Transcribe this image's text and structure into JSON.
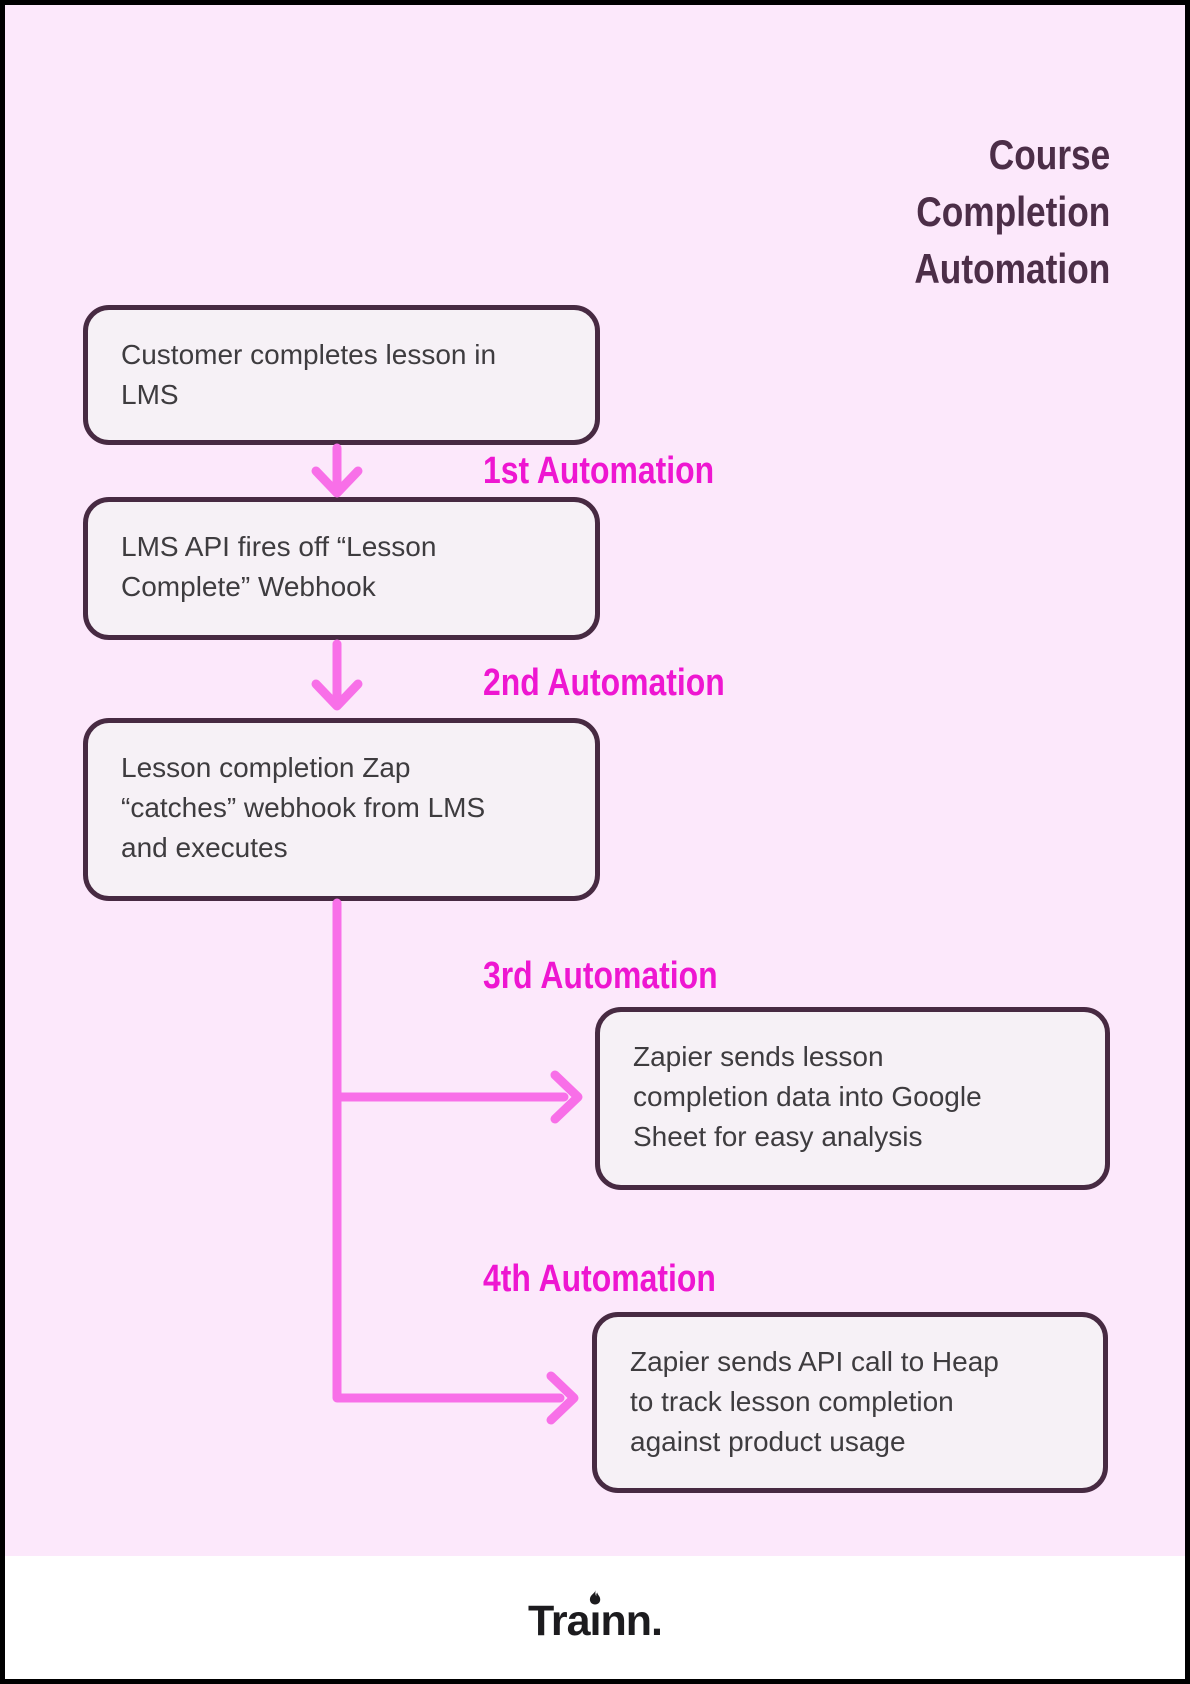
{
  "page": {
    "background_color": "#fce8fb",
    "frame_color": "#000000",
    "footer_color": "#ffffff"
  },
  "title": {
    "text": "Course\nCompletion\nAutomation",
    "color": "#4c2e48"
  },
  "flow": {
    "node_style": {
      "fill": "#f6f1f6",
      "border_color": "#472a42",
      "text_color": "#3e3c3f"
    },
    "arrow_color": "#f86fe8",
    "label_color": "#ee16d1",
    "nodes": [
      {
        "id": "customer-completes-lesson",
        "text": "Customer completes lesson in\nLMS"
      },
      {
        "id": "lms-api-webhook",
        "text": "LMS API fires off “Lesson\nComplete” Webhook"
      },
      {
        "id": "zap-catches-webhook",
        "text": "Lesson completion Zap\n“catches” webhook from LMS\nand executes"
      },
      {
        "id": "zapier-google-sheet",
        "text": "Zapier sends lesson\ncompletion data into Google\nSheet for easy analysis"
      },
      {
        "id": "zapier-heap-api",
        "text": "Zapier sends API call to Heap\nto track lesson completion\nagainst product usage"
      }
    ],
    "labels": [
      {
        "text": "1st Automation"
      },
      {
        "text": "2nd Automation"
      },
      {
        "text": "3rd Automation"
      },
      {
        "text": "4th Automation"
      }
    ]
  },
  "footer": {
    "brand": "Trainn.",
    "brand_parts": {
      "pre": "Tra",
      "i": "ı",
      "post": "nn."
    }
  }
}
